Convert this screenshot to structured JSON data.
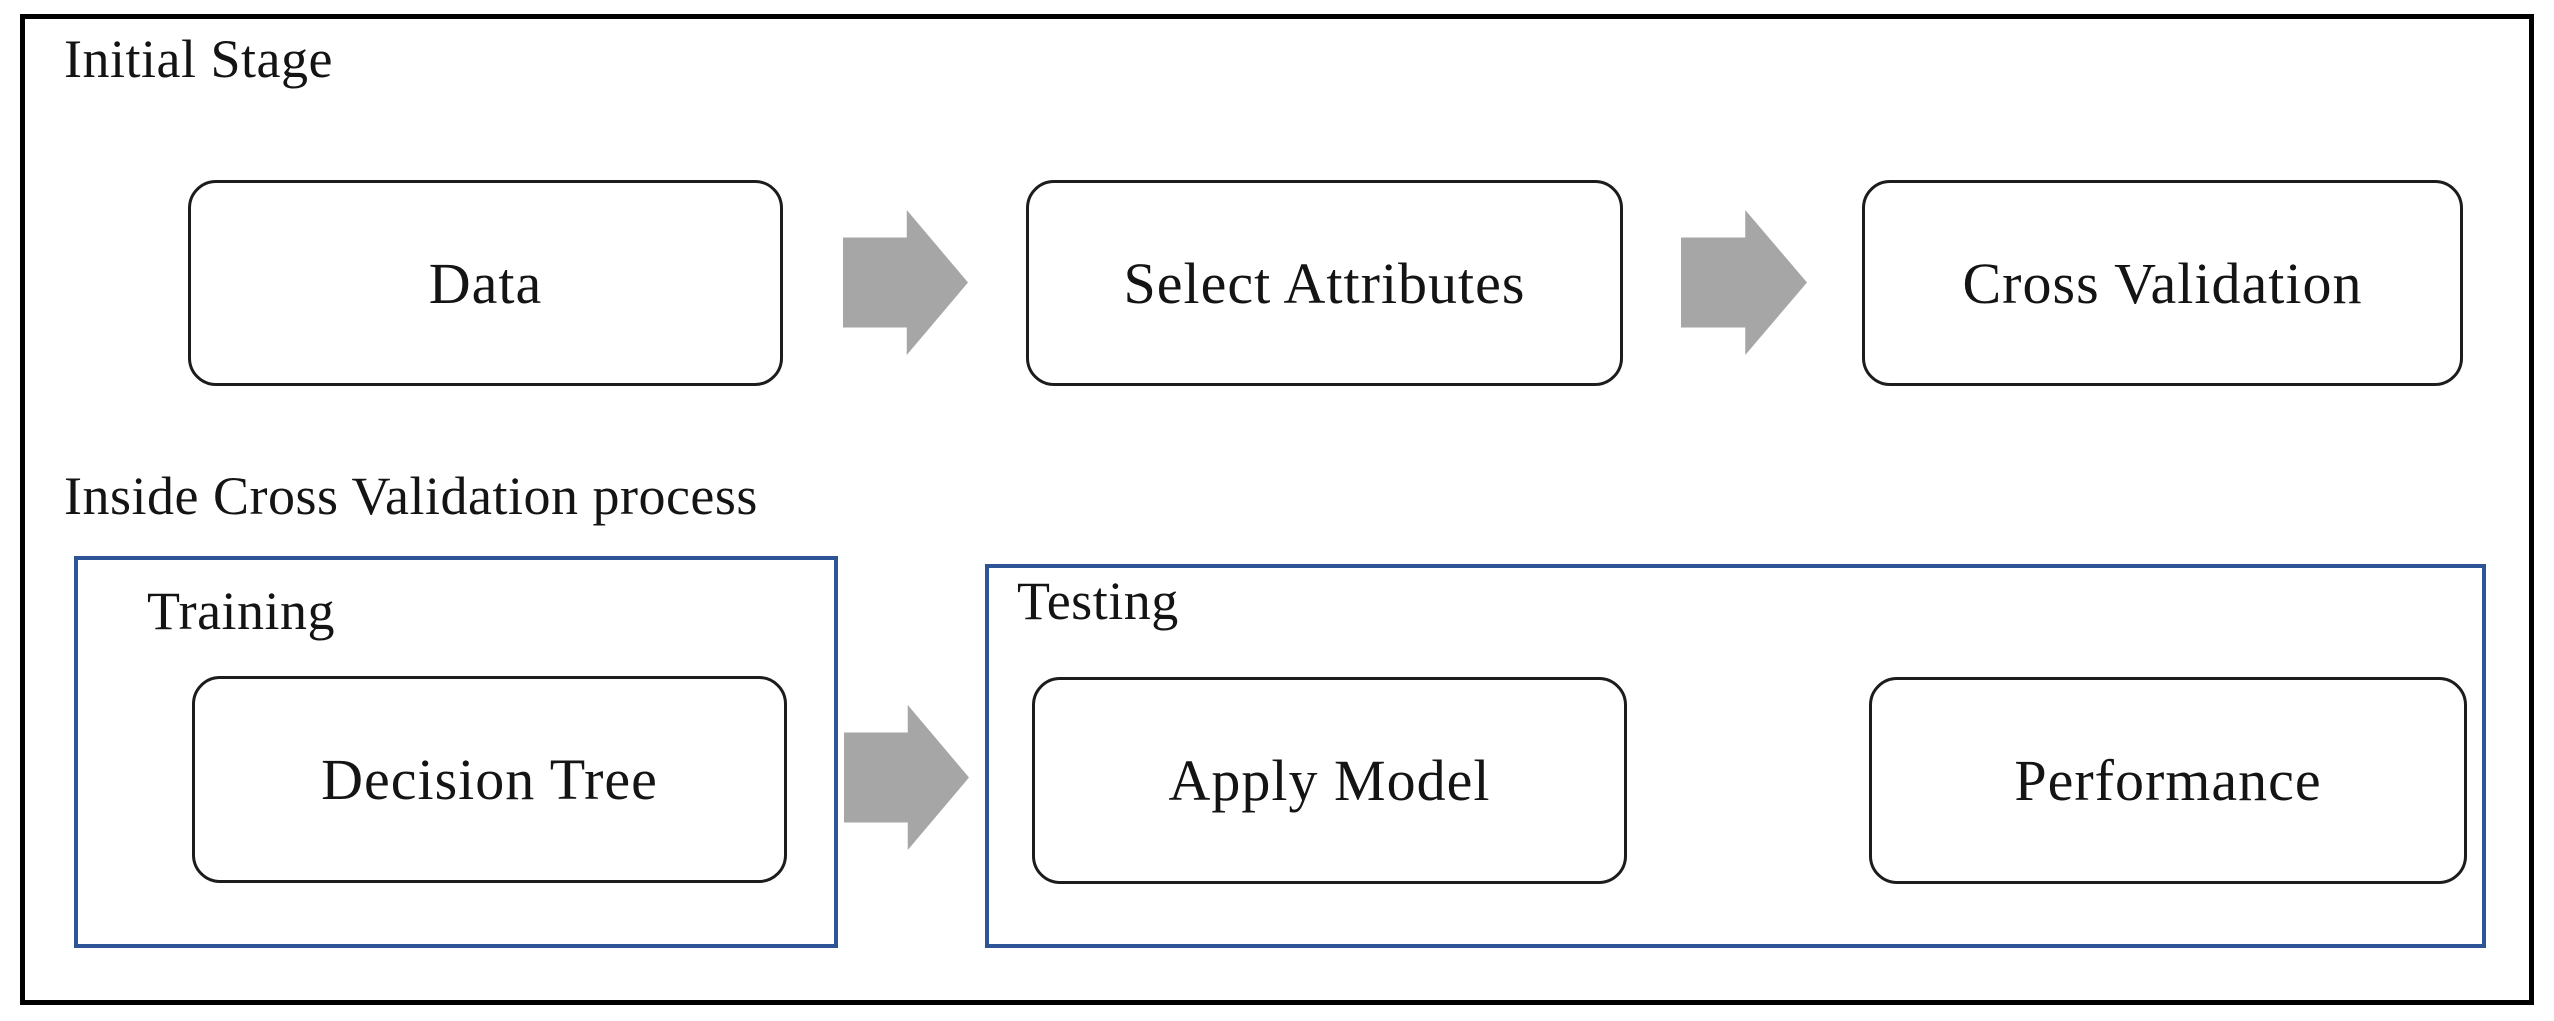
{
  "figure": {
    "initial_stage": {
      "label": "Initial Stage",
      "steps": [
        "Data",
        "Select Attributes",
        "Cross Validation"
      ]
    },
    "inside_process": {
      "label": "Inside Cross Validation process",
      "training": {
        "label": "Training",
        "step": "Decision Tree"
      },
      "testing": {
        "label": "Testing",
        "steps": [
          "Apply Model",
          "Performance"
        ]
      }
    }
  },
  "icons": {
    "flow_arrow": "right-block-arrow"
  },
  "colors": {
    "background": "#ffffff",
    "frame_border": "#000000",
    "node_border": "#1c1c1c",
    "group_border": "#2f5496",
    "arrow_fill": "#a6a6a6",
    "text": "#141414"
  }
}
